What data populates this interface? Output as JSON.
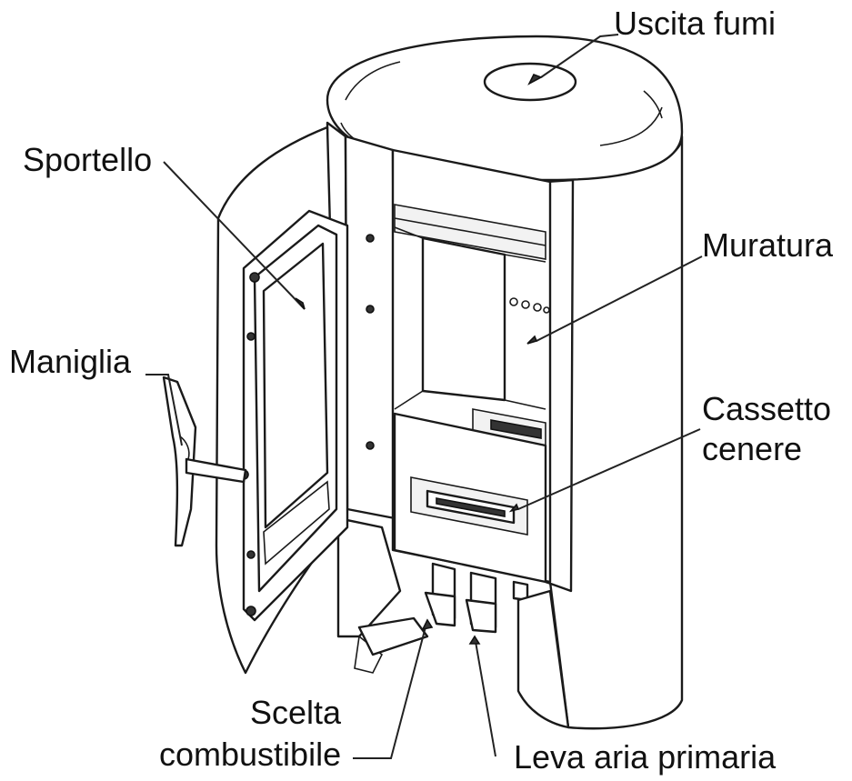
{
  "labels": {
    "uscita_fumi": "Uscita fumi",
    "sportello": "Sportello",
    "muratura": "Muratura",
    "maniglia": "Maniglia",
    "cassetto_line1": "Cassetto",
    "cassetto_line2": "cenere",
    "scelta_line1": "Scelta",
    "scelta_line2": "combustibile",
    "leva": "Leva aria primaria"
  },
  "colors": {
    "line": "#1a1a1a",
    "background": "#ffffff",
    "text": "#111111"
  }
}
